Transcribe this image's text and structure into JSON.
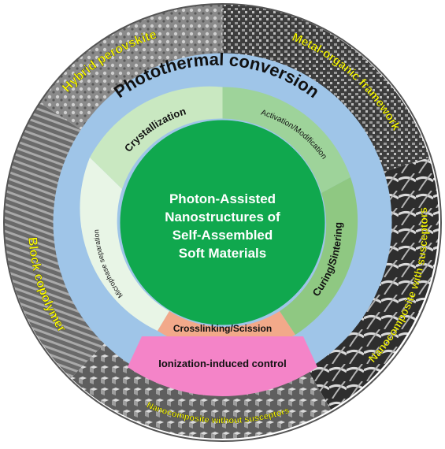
{
  "center": {
    "lines": [
      "Photon-Assisted",
      "Nanostructures of",
      "Self-Assembled",
      "Soft Materials"
    ]
  },
  "outer_band": {
    "title": "Photothermal conversion"
  },
  "inner_segments": {
    "crystallization": "Crystallization",
    "activation": "Activation/Modification",
    "microphase": "Microphase separation",
    "curing": "Curing/Sintering",
    "crosslinking": "Crosslinking/Scission"
  },
  "ionization": "Ionization-induced control",
  "material_labels": {
    "hybrid_perovskite": "Hybrid perovskite",
    "mof": "Metal-organic framework",
    "block_copolymer": "Block copolymer",
    "nanocomposite_with": "Nanocomposite with susceptors",
    "nanocomposite_without": "Nanocomposite without susceptors"
  },
  "colors": {
    "center_green": "#10a84e",
    "light_blue": "#9fc5e8",
    "label_yellow": "#ffff00",
    "crystallization_fill": "#c9e8c1",
    "activation_fill": "#9ed39a",
    "microphase_fill": "#e8f5e6",
    "curing_fill": "#8fc882",
    "crosslinking_fill": "#f2a98a",
    "ionization_fill": "#f484c8"
  }
}
